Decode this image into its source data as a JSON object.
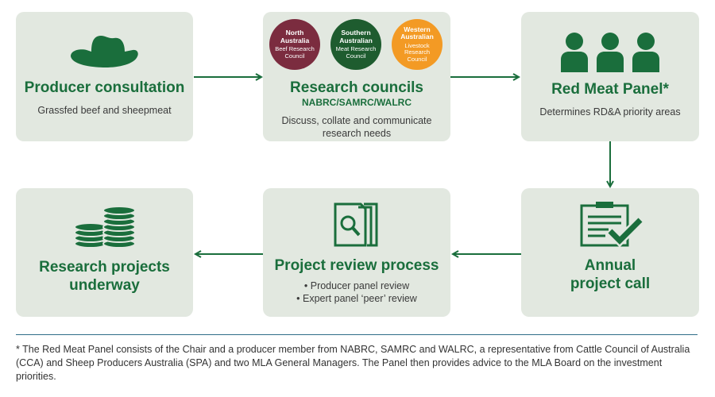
{
  "colors": {
    "green": "#1a6e3c",
    "box_bg": "#e2e8e0",
    "nabrc": "#7b2c3f",
    "samrc": "#1e5c2f",
    "walrc": "#f39a24"
  },
  "producer": {
    "title": "Producer consultation",
    "desc": "Grassfed beef and sheepmeat",
    "icon": "hat-icon"
  },
  "councils": {
    "title": "Research councils",
    "subtitle": "NABRC/SAMRC/WALRC",
    "desc_1": "Discuss, collate and communicate",
    "desc_2": "research needs",
    "items": [
      {
        "top": "North Australia",
        "bottom": "Beef Research Council"
      },
      {
        "top": "Southern Australian",
        "bottom": "Meat Research Council"
      },
      {
        "top": "Western Australian",
        "bottom": "Livestock Research Council"
      }
    ]
  },
  "panel": {
    "title": "Red Meat Panel*",
    "desc": "Determines RD&A priority areas",
    "icon": "people-icon"
  },
  "annual": {
    "title_1": "Annual",
    "title_2": "project call",
    "icon": "clipboard-check-icon"
  },
  "review": {
    "title": "Project review process",
    "bullets": [
      "Producer panel review",
      "Expert panel ‘peer’ review"
    ],
    "icon": "document-search-icon"
  },
  "projects": {
    "title_1": "Research projects",
    "title_2": "underway",
    "icon": "coins-icon"
  },
  "footnote": "* The Red Meat Panel consists of the Chair and a producer member from NABRC, SAMRC and WALRC, a representative from Cattle Council of Australia (CCA) and Sheep Producers Australia (SPA) and two MLA General Managers. The Panel then provides advice to the MLA Board on the investment priorities."
}
